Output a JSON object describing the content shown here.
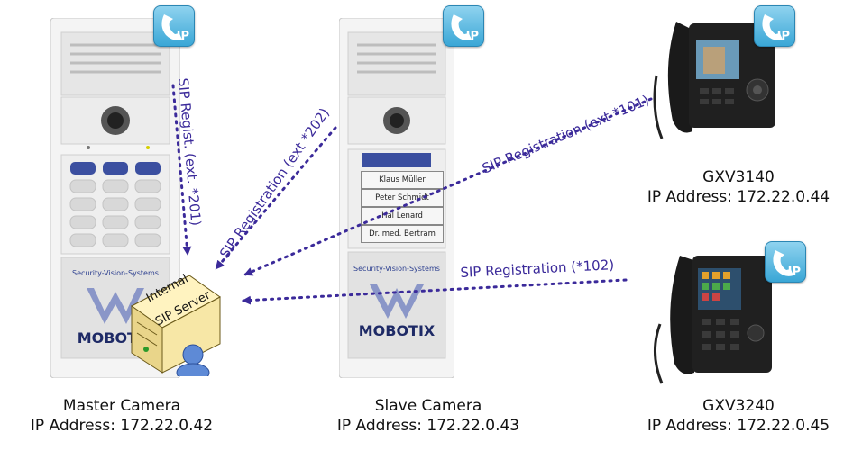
{
  "devices": {
    "master": {
      "name": "Master Camera",
      "ip": "IP Address: 172.22.0.42",
      "brand_top": "Security-Vision-Systems",
      "brand": "MOBOTIX"
    },
    "slave": {
      "name": "Slave Camera",
      "ip": "IP Address: 172.22.0.43",
      "brand_top": "Security-Vision-Systems",
      "brand": "MOBOTIX",
      "names": [
        "Klaus Müller",
        "Peter Schmidt",
        "Hal Lenard",
        "Dr. med. Bertram"
      ]
    },
    "gxv3140": {
      "name": "GXV3140",
      "ip": "IP Address: 172.22.0.44"
    },
    "gxv3240": {
      "name": "GXV3240",
      "ip": "IP Address: 172.22.0.45"
    }
  },
  "server": {
    "line1": "Internal",
    "line2": "SIP Server"
  },
  "ip_badge_text": "IP",
  "connections": [
    {
      "from": "master",
      "label": "SIP Regist. (ext. *201)"
    },
    {
      "from": "slave",
      "label": "SIP Registration (ext *202)"
    },
    {
      "from": "gxv3140",
      "label": "SIP Registration (ext *101)"
    },
    {
      "from": "gxv3240",
      "label": "SIP Registration (*102)"
    }
  ],
  "colors": {
    "arrow": "#3b2a9a",
    "badge": "#3aa7d6"
  }
}
